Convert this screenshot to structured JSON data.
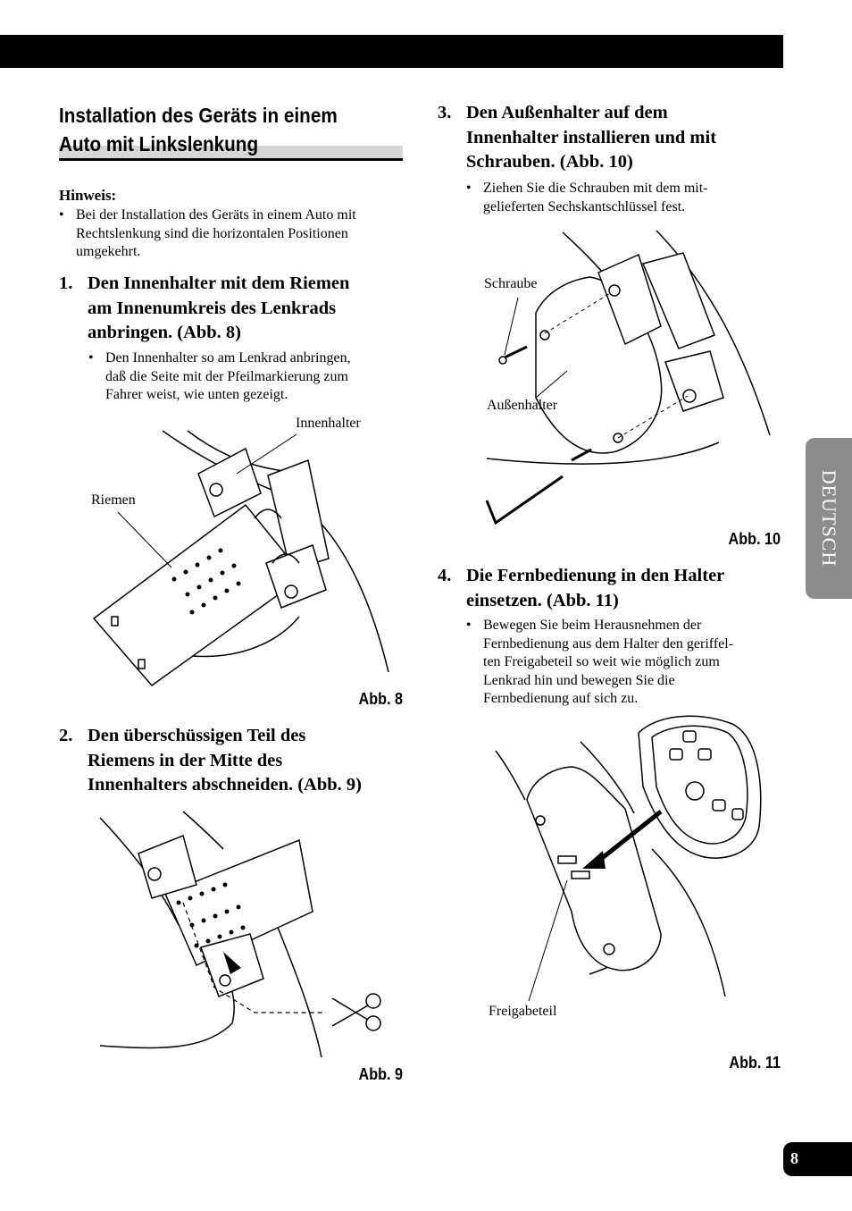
{
  "section": {
    "title_line1": "Installation des Geräts in einem",
    "title_line2": "Auto mit Linkslenkung"
  },
  "note": {
    "title": "Hinweis:",
    "bullet_line1": "Bei der Installation des Geräts in einem Auto mit",
    "bullet_line2": "Rechtslenkung sind die horizontalen Positionen",
    "bullet_line3": "umgekehrt."
  },
  "steps": [
    {
      "num": "1.",
      "lines": [
        "Den Innenhalter mit dem Riemen",
        "am Innenumkreis des Lenkrads",
        "anbringen. (Abb. 8)"
      ],
      "bullet": [
        "Den Innenhalter so am Lenkrad anbringen,",
        "daß die Seite mit der Pfeilmarkierung zum",
        "Fahrer weist, wie unten gezeigt."
      ]
    },
    {
      "num": "2.",
      "lines": [
        "Den überschüssigen Teil des",
        "Riemens in der Mitte des",
        "Innenhalters abschneiden. (Abb. 9)"
      ]
    },
    {
      "num": "3.",
      "lines": [
        "Den Außenhalter auf dem",
        "Innenhalter installieren und mit",
        "Schrauben. (Abb. 10)"
      ],
      "bullet": [
        "Ziehen Sie die Schrauben mit dem mit-",
        "gelieferten Sechskantschlüssel fest."
      ]
    },
    {
      "num": "4.",
      "lines": [
        "Die Fernbedienung in den Halter",
        "einsetzen. (Abb. 11)"
      ],
      "bullet": [
        "Bewegen Sie beim Herausnehmen der",
        "Fernbedienung aus dem Halter den geriffel-",
        "ten Freigabeteil so weit wie möglich zum",
        "Lenkrad hin und bewegen Sie die",
        "Fernbedienung auf sich zu."
      ]
    }
  ],
  "figures": {
    "abb8": {
      "caption": "Abb. 8",
      "label_innenhalter": "Innenhalter",
      "label_riemen": "Riemen"
    },
    "abb9": {
      "caption": "Abb. 9"
    },
    "abb10": {
      "caption": "Abb. 10",
      "label_schraube": "Schraube",
      "label_aussenhalter": "Außenhalter"
    },
    "abb11": {
      "caption": "Abb. 11",
      "label_freigabeteil": "Freigabeteil"
    }
  },
  "side_tab": "DEUTSCH",
  "page_number": "8",
  "colors": {
    "bar": "#000000",
    "tab": "#8c8c8c",
    "rule": "#d6d6d6"
  }
}
